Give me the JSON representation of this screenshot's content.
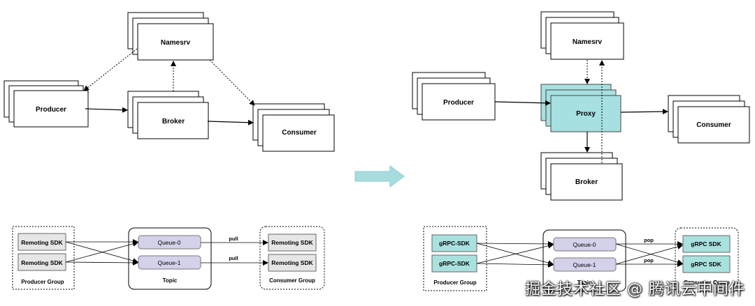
{
  "left_top": {
    "namesrv": "Namesrv",
    "producer": "Producer",
    "broker": "Broker",
    "consumer": "Consumer"
  },
  "right_top": {
    "namesrv": "Namesrv",
    "producer": "Producer",
    "proxy": "Proxy",
    "consumer": "Consumer",
    "broker": "Broker"
  },
  "left_bottom": {
    "producer_sdk": [
      "Remoting SDK",
      "Remoting SDK"
    ],
    "producer_group": "Producer Group",
    "queues": [
      "Queue-0",
      "Queue-1"
    ],
    "topic": "Topic",
    "edge_label": "pull",
    "consumer_sdk": [
      "Remoting SDK",
      "Remoting SDK"
    ],
    "consumer_group": "Consumer Group"
  },
  "right_bottom": {
    "producer_sdk": [
      "gRPC-SDK",
      "gRPC-SDK"
    ],
    "producer_group": "Producer Group",
    "queues": [
      "Queue-0",
      "Queue-1"
    ],
    "topic": "Topic",
    "edge_label": "pop",
    "consumer_sdk": [
      "gRPC SDK",
      "gRPC SDK"
    ],
    "consumer_group": "Consumer Group"
  },
  "watermark": "掘金技术社区 @ 腾讯云中间件",
  "colors": {
    "proxy_fill": "#a7e0e0",
    "grpc_fill": "#a9e1df",
    "queue_fill": "#d4d2ea",
    "sdk_fill": "#e6e6e6",
    "arrow_fill": "#a7dcdf"
  }
}
